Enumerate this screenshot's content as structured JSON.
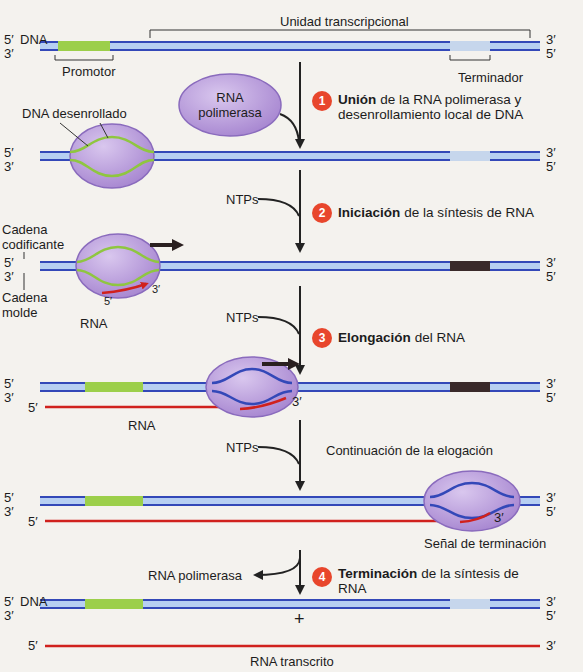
{
  "diagram": {
    "nodes": [
      {
        "text": [
          "RNA polimerasa"
        ]
      },
      {
        "text": [
          "1"
        ]
      },
      {
        "text": [
          "2"
        ]
      },
      {
        "text": [
          "3"
        ]
      },
      {
        "text": [
          "4"
        ]
      }
    ],
    "labels": [
      "Unidad transcripcional",
      "5′",
      "DNA",
      "3′",
      "3′",
      "5′",
      "Promotor",
      "Terminador",
      "Unión",
      "de la RNA polimerasa y desenrollamiento local de DNA",
      "DNA desenrollado",
      "5′",
      "3′",
      "3′",
      "5′",
      "NTPs",
      "Iniciación",
      "de la síntesis de RNA",
      "Cadena codificante",
      "5′",
      "3′",
      "Cadena molde",
      "RNA",
      "5′",
      "3′",
      "3′",
      "5′",
      "NTPs",
      "Elongación",
      "del RNA",
      "5′",
      "3′",
      "3′",
      "5′",
      "5′",
      "3′",
      "RNA",
      "NTPs",
      "Continuación de la elogación",
      "5′",
      "3′",
      "3′",
      "5′",
      "5′",
      "3′",
      "Señal de terminación",
      "RNA polimerasa",
      "Terminación",
      "de la síntesis de RNA",
      "5′",
      "DNA",
      "3′",
      "3′",
      "5′",
      "+",
      "5′",
      "3′",
      "RNA transcrito"
    ]
  }
}
